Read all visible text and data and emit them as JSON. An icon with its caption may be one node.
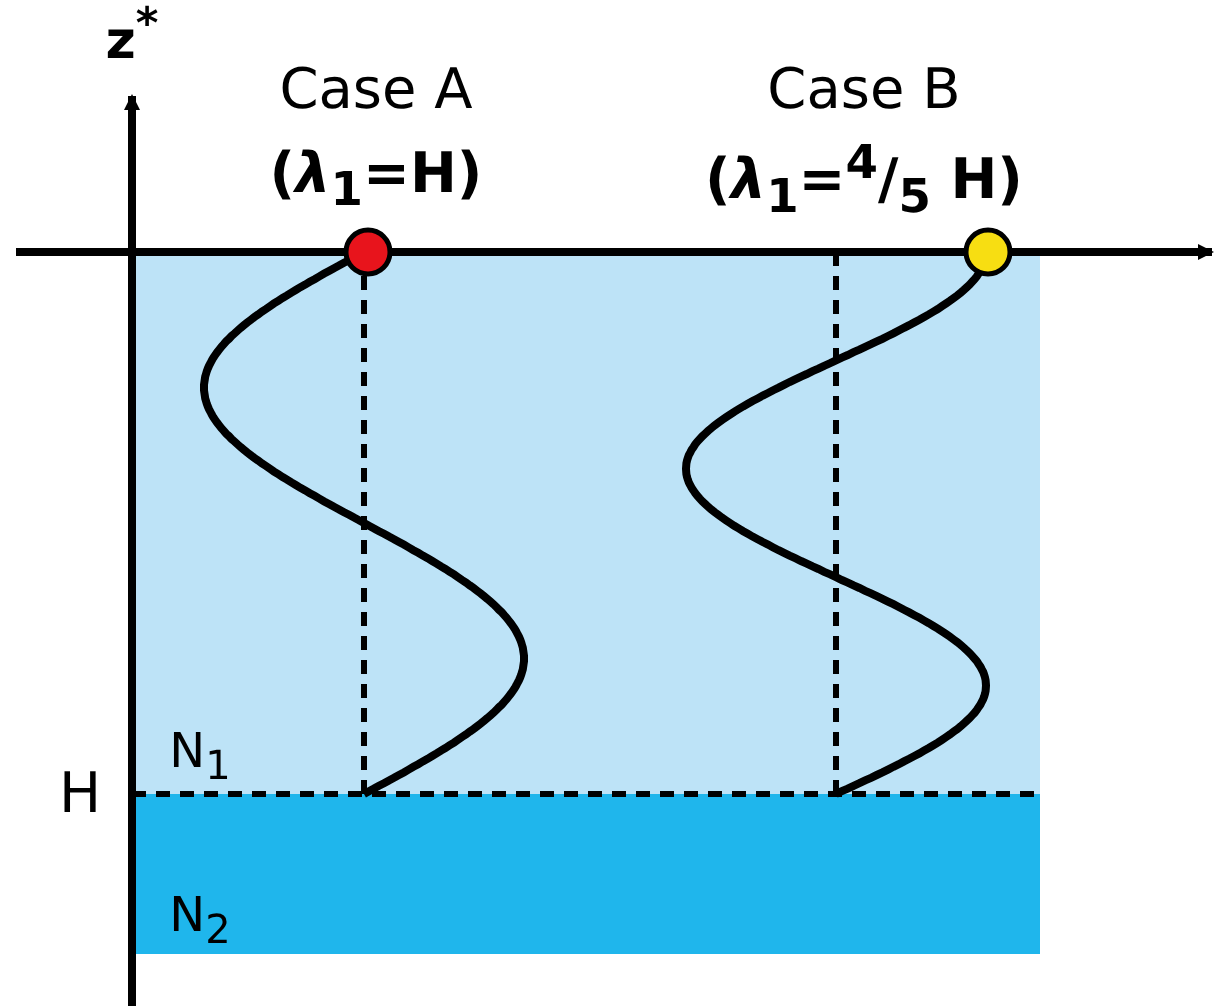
{
  "diagram": {
    "labels": [
      "z$^{*}$",
      "Case A",
      "(*λ*$_{1}$=H)",
      "Case B",
      "(*λ*$_{1}$=$^{4}$/$_{5}$ H)",
      "H",
      "N$_{1}$",
      "N$_{2}$"
    ]
  }
}
